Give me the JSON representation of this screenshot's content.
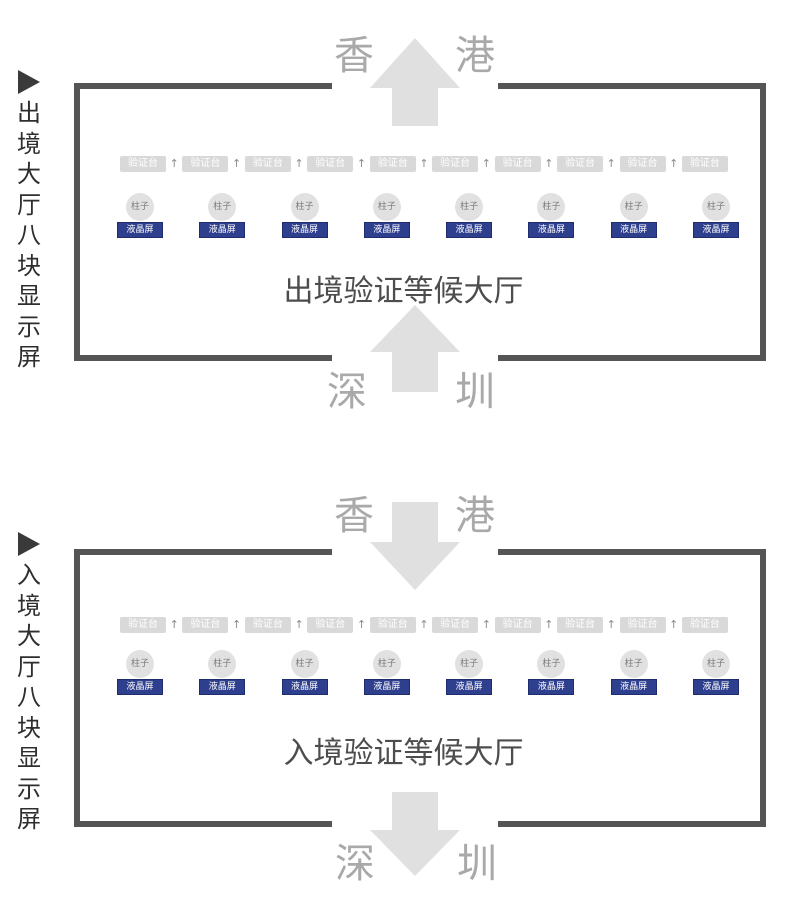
{
  "exit_panel": {
    "side_label_chars": [
      "出",
      "境",
      "大",
      "厅",
      "八",
      "块",
      "显",
      "示",
      "屏"
    ],
    "top_city": [
      "香",
      "港"
    ],
    "bottom_city": [
      "深",
      "圳"
    ],
    "hall_name": "出境验证等候大厅",
    "flow_direction": "up",
    "counters": [
      "验证台",
      "验证台",
      "验证台",
      "验证台",
      "验证台",
      "验证台",
      "验证台",
      "验证台",
      "验证台",
      "验证台"
    ],
    "units": [
      {
        "pillar": "柱子",
        "screen": "液晶屏"
      },
      {
        "pillar": "柱子",
        "screen": "液晶屏"
      },
      {
        "pillar": "柱子",
        "screen": "液晶屏"
      },
      {
        "pillar": "柱子",
        "screen": "液晶屏"
      },
      {
        "pillar": "柱子",
        "screen": "液晶屏"
      },
      {
        "pillar": "柱子",
        "screen": "液晶屏"
      },
      {
        "pillar": "柱子",
        "screen": "液晶屏"
      },
      {
        "pillar": "柱子",
        "screen": "液晶屏"
      }
    ]
  },
  "entry_panel": {
    "side_label_chars": [
      "入",
      "境",
      "大",
      "厅",
      "八",
      "块",
      "显",
      "示",
      "屏"
    ],
    "top_city": [
      "香",
      "港"
    ],
    "bottom_city": [
      "深",
      "圳"
    ],
    "hall_name": "入境验证等候大厅",
    "flow_direction": "down",
    "counters": [
      "验证台",
      "验证台",
      "验证台",
      "验证台",
      "验证台",
      "验证台",
      "验证台",
      "验证台",
      "验证台",
      "验证台"
    ],
    "units": [
      {
        "pillar": "柱子",
        "screen": "液晶屏"
      },
      {
        "pillar": "柱子",
        "screen": "液晶屏"
      },
      {
        "pillar": "柱子",
        "screen": "液晶屏"
      },
      {
        "pillar": "柱子",
        "screen": "液晶屏"
      },
      {
        "pillar": "柱子",
        "screen": "液晶屏"
      },
      {
        "pillar": "柱子",
        "screen": "液晶屏"
      },
      {
        "pillar": "柱子",
        "screen": "液晶屏"
      },
      {
        "pillar": "柱子",
        "screen": "液晶屏"
      }
    ]
  },
  "colors": {
    "wall": "#555555",
    "arrow": "#e0e0e0",
    "counter": "#d9d9d9",
    "screen": "#2e3f8e",
    "city_text": "#a9a9a9"
  }
}
